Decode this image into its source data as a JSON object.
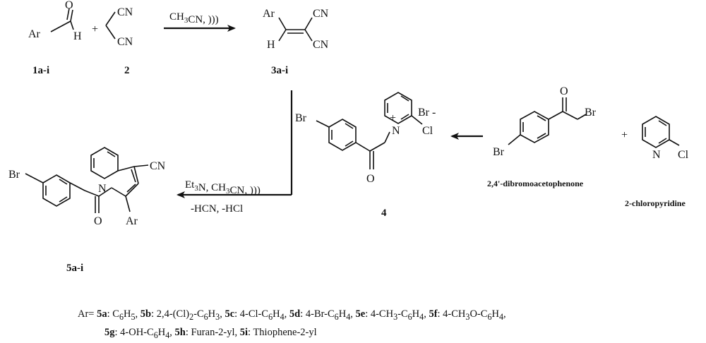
{
  "compounds": {
    "c1": "1a-i",
    "c2": "2",
    "c3": "3a-i",
    "c4": "4",
    "c5": "5a-i",
    "dibromo": "2,4'-dibromoacetophenone",
    "chloropyridine": "2-chloropyridine"
  },
  "atoms": {
    "ar": "Ar",
    "o": "O",
    "h": "H",
    "cn": "CN",
    "br": "Br",
    "cl": "Cl",
    "n": "N",
    "plus": "+",
    "br_minus": "Br -",
    "plus_sign": "+"
  },
  "conditions": {
    "step1": "CH3CN, )))",
    "step3_top": "Et3N, CH3CN, )))",
    "step3_bottom": "-HCN, -HCl"
  },
  "legend": {
    "prefix": "Ar=",
    "items": [
      {
        "id": "5a",
        "sub": "C6H5"
      },
      {
        "id": "5b",
        "sub": "2,4-(Cl)2-C6H3"
      },
      {
        "id": "5c",
        "sub": "4-Cl-C6H4"
      },
      {
        "id": "5d",
        "sub": "4-Br-C6H4"
      },
      {
        "id": "5e",
        "sub": "4-CH3-C6H4"
      },
      {
        "id": "5f",
        "sub": "4-CH3O-C6H4"
      },
      {
        "id": "5g",
        "sub": "4-OH-C6H4"
      },
      {
        "id": "5h",
        "sub": "Furan-2-yl"
      },
      {
        "id": "5i",
        "sub": "Thiophene-2-yl"
      }
    ]
  }
}
